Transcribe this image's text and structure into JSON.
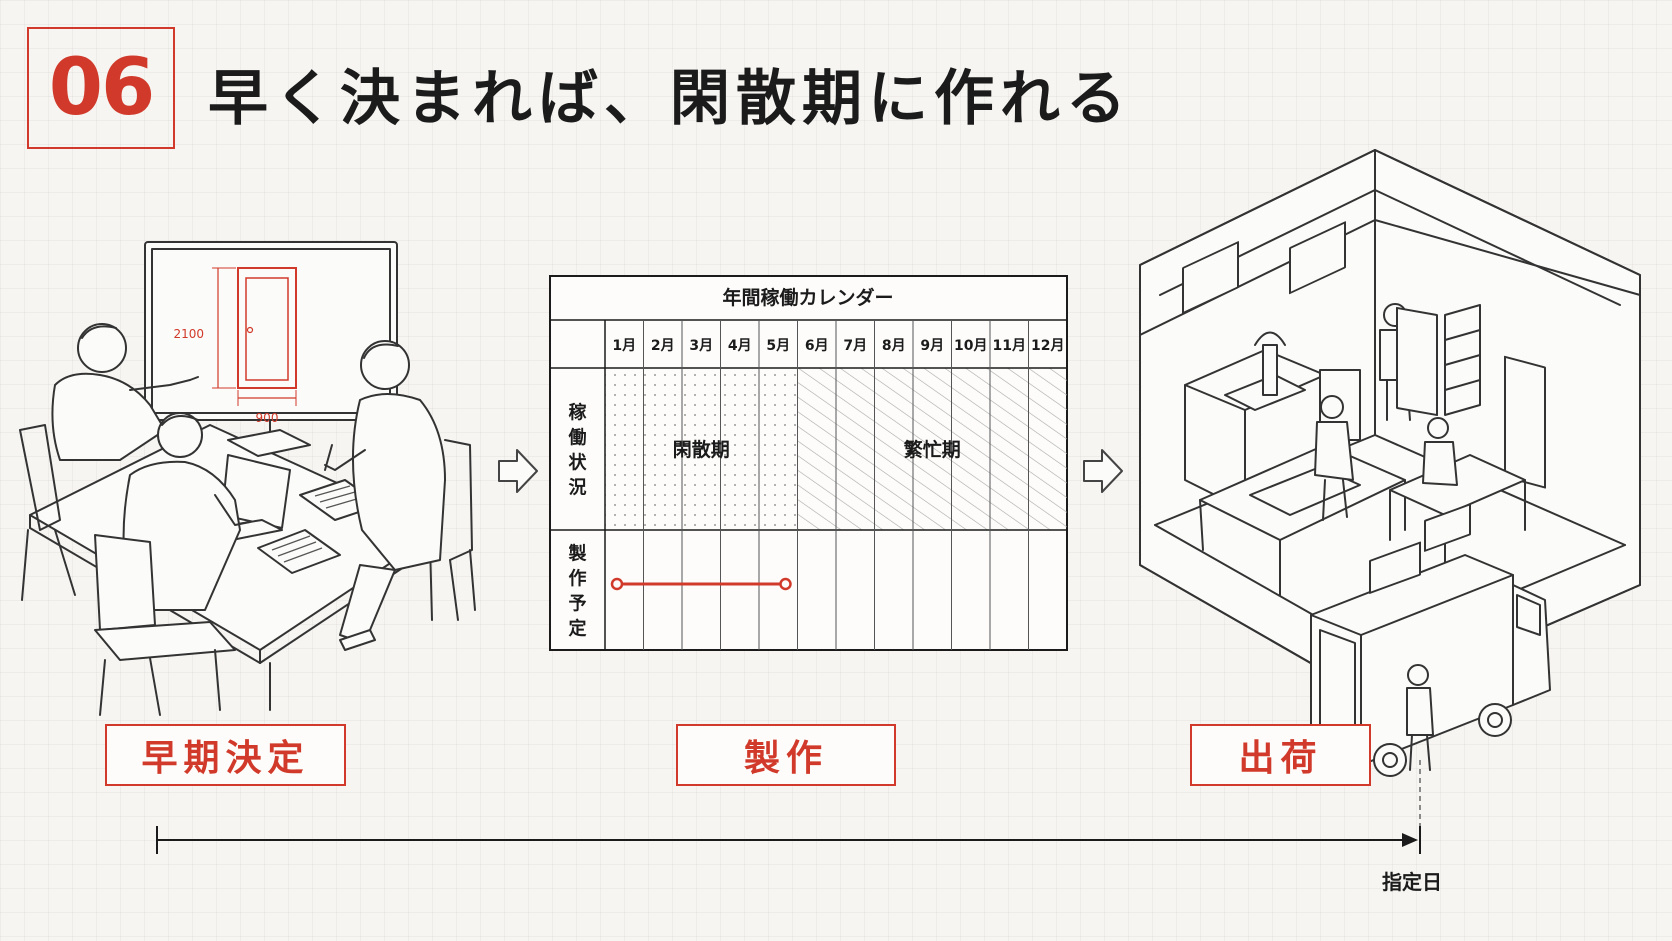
{
  "header": {
    "number": "06",
    "title": "早く決まれば、閑散期に作れる"
  },
  "meeting": {
    "dimension_height": "2100",
    "dimension_width": "900"
  },
  "calendar": {
    "title": "年間稼働カレンダー",
    "months": [
      "1月",
      "2月",
      "3月",
      "4月",
      "5月",
      "6月",
      "7月",
      "8月",
      "9月",
      "10月",
      "11月",
      "12月"
    ],
    "row_status_label": "稼働状況",
    "row_plan_label": "製作予定",
    "off_season_label": "閑散期",
    "busy_season_label": "繁忙期",
    "off_season_months": [
      1,
      5
    ],
    "busy_season_months": [
      6,
      12
    ],
    "production_months": [
      1,
      5
    ]
  },
  "stages": {
    "early": "早期決定",
    "production": "製作",
    "shipping": "出荷"
  },
  "timeline": {
    "deadline_label": "指定日"
  },
  "colors": {
    "accent": "#d13a2a",
    "line": "#1b1b1b"
  }
}
